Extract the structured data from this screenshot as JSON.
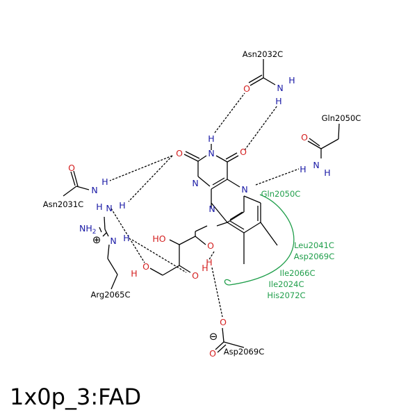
{
  "title": "1x0p_3:FAD",
  "colors": {
    "carbon": "#000000",
    "nitrogen": "#1a1aa6",
    "oxygen": "#d42020",
    "hydrophobic_contact": "#1f9e4a"
  },
  "residues": {
    "asn2032": "Asn2032C",
    "gln2050_polar": "Gln2050C",
    "asn2031": "Asn2031C",
    "arg2065": "Arg2065C",
    "asp2069_polar": "Asp2069C"
  },
  "hydrophobic_residues": {
    "gln2050": "Gln2050C",
    "leu2041": "Leu2041C",
    "asp2069": "Asp2069C",
    "ile2066": "Ile2066C",
    "ile2024": "Ile2024C",
    "his2072": "His2072C"
  },
  "atoms": {
    "N": "N",
    "O": "O",
    "H": "H",
    "NH2": "NH",
    "subscript_2": "2",
    "HO": "HO",
    "H_O": "H",
    "O_H": "O"
  },
  "charges": {
    "plus": "⊕",
    "minus": "⊖"
  }
}
